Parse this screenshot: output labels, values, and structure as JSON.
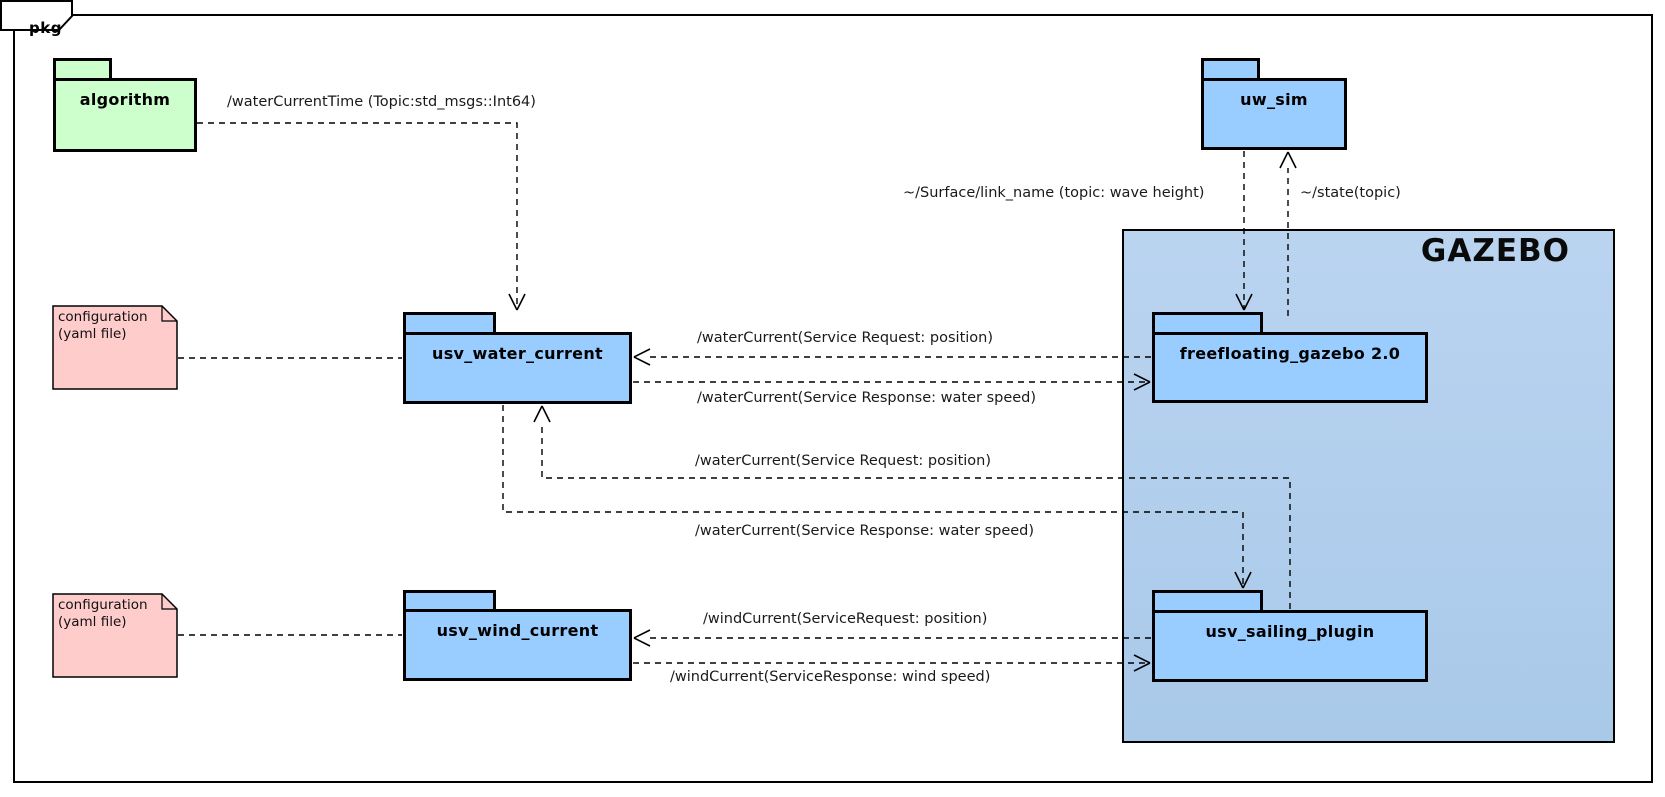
{
  "frame": {
    "label": "pkg"
  },
  "container": {
    "label": "GAZEBO"
  },
  "packages": {
    "algorithm": {
      "label": "algorithm"
    },
    "uw_sim": {
      "label": "uw_sim"
    },
    "usv_water_current": {
      "label": "usv_water_current"
    },
    "usv_wind_current": {
      "label": "usv_wind_current"
    },
    "freefloating_gazebo": {
      "label": "freefloating_gazebo 2.0"
    },
    "usv_sailing_plugin": {
      "label": "usv_sailing_plugin"
    }
  },
  "notes": {
    "config_water": {
      "line1": "configuration",
      "line2": "(yaml file)"
    },
    "config_wind": {
      "line1": "configuration",
      "line2": "(yaml file)"
    }
  },
  "connectors": {
    "water_current_time": {
      "label": "/waterCurrentTime (Topic:std_msgs::Int64)"
    },
    "surface_link_name": {
      "label": "~/Surface/link_name (topic: wave height)"
    },
    "state_topic": {
      "label": "~/state(topic)"
    },
    "ff_request": {
      "label": "/waterCurrent(Service Request: position)"
    },
    "ff_response": {
      "label": "/waterCurrent(Service Response: water speed)"
    },
    "sailing_water_request": {
      "label": "/waterCurrent(Service Request: position)"
    },
    "sailing_water_response": {
      "label": "/waterCurrent(Service Response: water speed)"
    },
    "wind_request": {
      "label": "/windCurrent(ServiceRequest: position)"
    },
    "wind_response": {
      "label": "/windCurrent(ServiceResponse: wind speed)"
    }
  },
  "colors": {
    "package_blue": "#99ccff",
    "package_green": "#ccffcc",
    "gazebo_fill_top": "#bad4f0",
    "gazebo_fill_bottom": "#a9c9e9",
    "note_pink": "#ffcccc",
    "line": "#000000"
  }
}
